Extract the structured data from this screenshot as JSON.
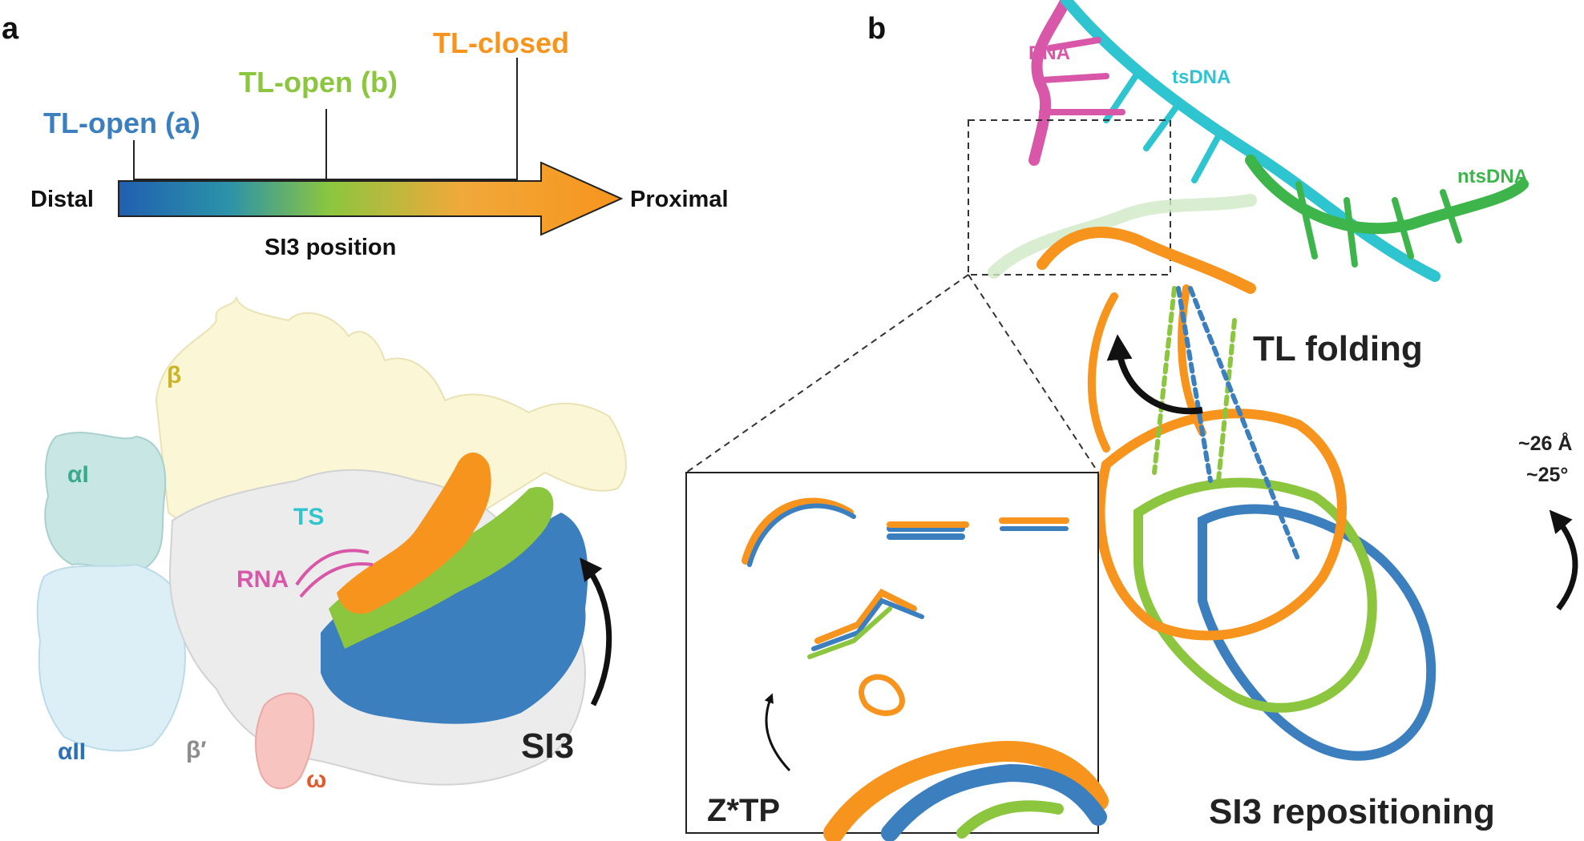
{
  "panel_a": {
    "letter": "a",
    "states": {
      "open_a": "TL-open (a)",
      "open_b": "TL-open (b)",
      "closed": "TL-closed"
    },
    "axis": {
      "left": "Distal",
      "right": "Proximal",
      "caption": "SI3 position"
    },
    "subunits": {
      "beta": "β",
      "alpha1": "αI",
      "alpha2": "αII",
      "beta_prime": "β′",
      "omega": "ω",
      "ts": "TS",
      "rna": "RNA",
      "si3": "SI3"
    }
  },
  "panel_b": {
    "letter": "b",
    "labels": {
      "rna": "RNA",
      "tsdna": "tsDNA",
      "ntsdna": "ntsDNA",
      "tl_folding": "TL folding",
      "si3_repositioning": "SI3 repositioning",
      "distance": "~26 Å",
      "angle": "~25°",
      "inset_ligand": "Z*TP"
    }
  },
  "colors": {
    "open_a": "#3c7fbf",
    "open_b": "#8cc63f",
    "closed": "#f7941d",
    "rna": "#d957a8",
    "tsdna": "#2ec4d0",
    "ntsdna": "#3db54a",
    "beta_label": "#c9b42a",
    "alpha1_label": "#3aaa8e",
    "alpha2_label": "#2a72b5",
    "omega_label": "#e25a2b",
    "beta_prime_label": "#8c8c8c",
    "text_dark": "#222222"
  }
}
